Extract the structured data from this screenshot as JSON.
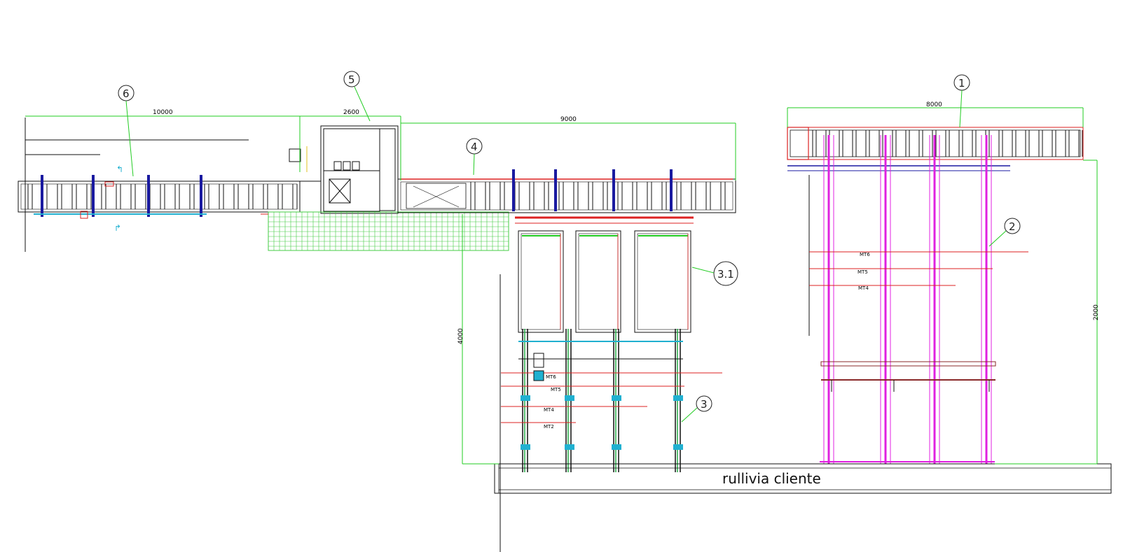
{
  "balloons": {
    "b1": "1",
    "b2": "2",
    "b3": "3",
    "b31": "3.1",
    "b4": "4",
    "b5": "5",
    "b6": "6"
  },
  "dimensions": {
    "d10000": "10000",
    "d2600": "2600",
    "d9000": "9000",
    "d8000": "8000",
    "d4000": "4000",
    "d2000": "2000"
  },
  "level_labels_left": [
    "MT6",
    "MT5",
    "MT4",
    "MT2"
  ],
  "level_labels_right": [
    "MT6",
    "MT5",
    "MT4"
  ],
  "customer_conveyor": "rullivia  cliente",
  "colors": {
    "line": "#111111",
    "dimension": "#22cc22",
    "red": "#dd2222",
    "blue": "#1a1aa0",
    "magenta": "#e020e0",
    "cyan": "#20b0d0",
    "green_grid": "#44cc44"
  }
}
